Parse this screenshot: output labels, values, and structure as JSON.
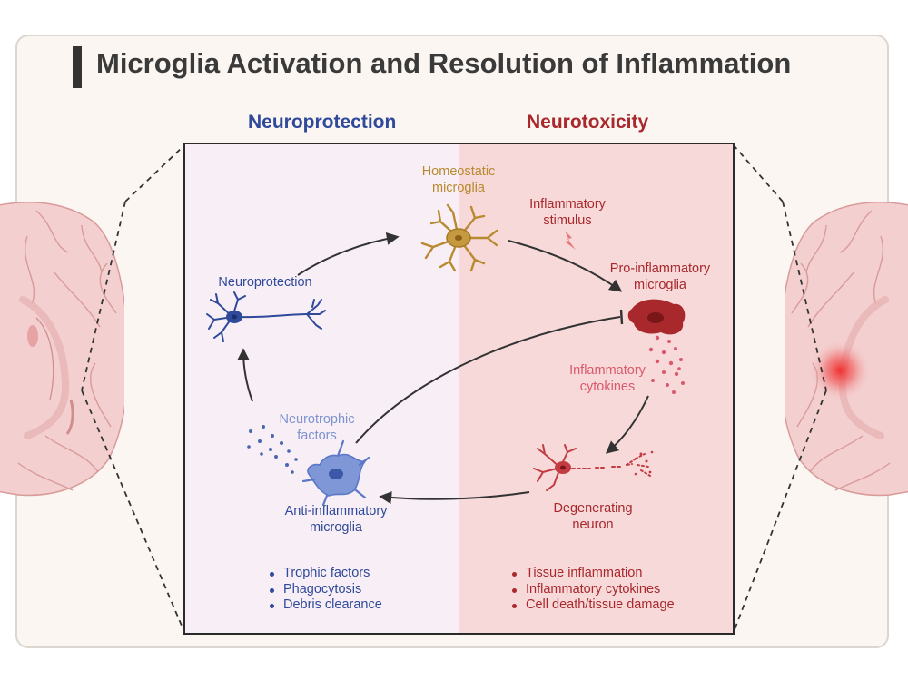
{
  "title": "Microglia Activation and Resolution of Inflammation",
  "columns": {
    "left": {
      "heading": "Neuroprotection",
      "color": "#2f4a9a"
    },
    "right": {
      "heading": "Neurotoxicity",
      "color": "#a8282c"
    }
  },
  "nodes": {
    "homeostatic": "Homeostatic\nmicroglia",
    "stimulus": "Inflammatory\nstimulus",
    "pro_inflammatory": "Pro-inflammatory\nmicroglia",
    "cytokines": "Inflammatory\ncytokines",
    "degenerating": "Degenerating\nneuron",
    "anti_inflammatory": "Anti-inflammatory\nmicroglia",
    "neurotrophic": "Neurotrophic\nfactors",
    "neuroprotection": "Neuroprotection"
  },
  "protective_effects": [
    "Trophic factors",
    "Phagocytosis",
    "Debris clearance"
  ],
  "toxic_effects": [
    "Tissue inflammation",
    "Inflammatory cytokines",
    "Cell death/tissue damage"
  ],
  "colors": {
    "homeostatic": "#b8892e",
    "pro": "#a8282c",
    "anti": "#5b78c8",
    "neuron_blue": "#2f4a9a",
    "cytokine": "#d95a6c",
    "factor_text": "#7c93cf",
    "left_panel": "#f8eef6",
    "right_panel": "#f7d9d9",
    "brain_fill": "#f3cfcf",
    "brain_line": "#d99a9a",
    "lesion": "#ef3b3b",
    "arrow": "#333333"
  }
}
